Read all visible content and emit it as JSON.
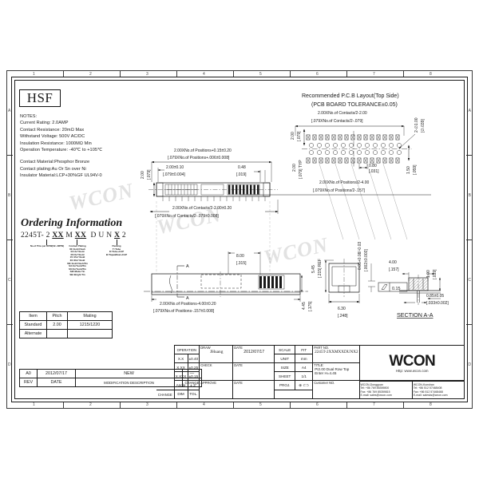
{
  "drawing": {
    "logo_box": "HSF",
    "watermarks": [
      "WCON",
      "WCON",
      "WCON"
    ]
  },
  "notes": {
    "heading": "NOTES:",
    "lines": [
      "Current Rating: 2.0AMP",
      "Contact Resistance: 20mΩ Max",
      "Withstand Voltage: 500V AC/DC",
      "Insulation Resistance: 1000MΩ Min",
      "Operation Temperature: -40℃ to +105℃"
    ],
    "materials": [
      "Contact Material:Phosphor Bronze",
      "Contact plating:Au Or Sn over Ni",
      "Insulator Material:LCP+30%GF UL94V-0"
    ]
  },
  "ordering": {
    "title": "Ordering Information",
    "code_parts": [
      "2245T",
      "-",
      "2",
      "XX",
      "M",
      "XX",
      "D",
      "U",
      "N",
      "X",
      "2"
    ],
    "code_text": "2245T - 2 XX M XX  D U N X 2",
    "legends": [
      {
        "header": "No.of Pins per ROW(02~40PIN)",
        "items": []
      },
      {
        "header": "Contact Plating",
        "items": [
          "00=Gold Flash",
          "03=3u\"/Gold",
          "06=6u\"/Gold",
          "15=15u\"/Gold",
          "30=30u\"/Gold",
          "SN=Gold Flash/Tin",
          "S3=3u\"Gold/Tin",
          "S6=6u\"Gold/Tin",
          "SM=Matte Tin",
          "SB=Bright Tin"
        ]
      },
      {
        "header": "Packing",
        "items": [
          "T=Tube",
          "D=Tube+CAP",
          "B=Tape&Reel+CAP"
        ]
      }
    ]
  },
  "item_table": {
    "headers": [
      "Item",
      "Pitch",
      "Mating"
    ],
    "rows": [
      [
        "Standard",
        "2.00",
        "1215/1220"
      ],
      [
        "Alternate",
        "",
        ""
      ]
    ]
  },
  "rev_table": {
    "headers": [
      "REV",
      "DATE",
      "MODIFICATION DESCRIPTION",
      "CHANGE"
    ],
    "rows": [
      [
        "A0",
        "2012/07/17",
        "NEW",
        "—"
      ]
    ]
  },
  "title_block": {
    "operation_label": "OPERATION",
    "tolerance_rows": [
      [
        "X.X",
        "±0.40"
      ],
      [
        "X.XX",
        "±0.25"
      ],
      [
        "X.XXX",
        "±0.15"
      ],
      [
        "Angle",
        "± 3°"
      ],
      [
        "DIM",
        "TOL."
      ]
    ],
    "draw_label": "DRAW",
    "draw_value": "JHuang",
    "check_label": "CHECK",
    "check_value": "",
    "approve_label": "APPROVE",
    "approve_value": "",
    "date_label": "DATE",
    "date_value": "2012/07/17",
    "date_label2": "DATE",
    "date_label3": "DATE",
    "scale_label": "SCALE",
    "scale_value": "FIT",
    "unit_label": "UNIT",
    "unit_value": "mm",
    "size_label": "SIZE",
    "size_value": "A4",
    "sheet_label": "SHEET",
    "sheet_value": "1/1",
    "proj_label": "PROJ.",
    "proj_value": "⊕ ⊂⊃",
    "part_no_label": "PART NO.",
    "part_no_value": "2245T-2XXMXXDUNX2",
    "title_label": "TITLE:",
    "title_value": "PI2.00 Dual Row Top Enter H=4.45",
    "customer_label": "Customer NO.",
    "customer_value": ""
  },
  "company": {
    "logo": "WCON",
    "url": "Http: www.wcon.com",
    "offices": [
      {
        "name": "WCON-Dongguan",
        "tel": "Tel: +86 769 85359800",
        "fax": "Fax: +86 769 85359815",
        "email": "E-mail: sales@wcon.com"
      },
      {
        "name": "WCON-Kunshan",
        "tel": "Tel: +86 512 57468408",
        "fax": "Fax: +86 512 57468468",
        "email": "E-mail: salesks@wcon.com"
      }
    ]
  },
  "pcb_layout": {
    "heading1": "Recommended P.C.B Layout(Top Side)",
    "heading2": "(PCB BOARD TOLERANCE±0.05)",
    "dim_top_mm": "2.00XNo.of Contacts/2-2.00",
    "dim_top_in": "[.079XNo.of Contacts/2-.079]",
    "dim_left_mm": "2.00",
    "dim_left_in": "[.079]",
    "dim_hole": "2-∅1.00",
    "dim_hole_in": "[∅.039]",
    "dim_pitch_mm": "0.80",
    "dim_pitch_in": "[.031]",
    "dim_right_mm": "1.50",
    "dim_right_in": "[.059]",
    "dim_bot_mm": "2.00XNo.of Positions/2-4.00",
    "dim_bot_in": "[.079XNo.of Positions/2-.157]",
    "typ_mm": "2.00",
    "typ_in": "[.079]  TYP"
  },
  "top_view": {
    "dim_overall_mm": "2.00XNo.of Positions+0.15±0.20",
    "dim_overall_in": "[.079XNo.of Positions+.006±0.008]",
    "dim_pitch_mm": "2.00±0.10",
    "dim_pitch_in": "[.079±0.004]",
    "dim_small_mm": "0.48",
    "dim_small_in": "[.019]",
    "dim_height_mm": "2.00",
    "dim_height_in": "[.079]",
    "dim_contacts_mm": "2.00XNo.of Contacts/2-2.00±0.20",
    "dim_contacts_in": "[.079XNo.of Contacts/2-.079±0.008]"
  },
  "side_view": {
    "dim_top_mm": "8.00",
    "dim_top_in": "[.315]",
    "dim_bot_mm": "2.00XNo.of Positions-4.00±0.20",
    "dim_bot_in": "[.079XNo.of Positions-.157±0.008]",
    "dim_right": "4.45",
    "dim_right_in": "[.175]",
    "section_mark_a": "A",
    "section_mark_b": "A"
  },
  "end_view": {
    "dim_h_mm": "5.45",
    "dim_h_in": "[.215] REF",
    "dim_thk_mm": "0.05+0.08/-0.03",
    "dim_thk_in": "[.002±0.003]",
    "dim_w_mm": "6.30",
    "dim_w_in": "[.248]",
    "flatness": "0.15"
  },
  "section_view": {
    "title": "SECTION  A-A",
    "dim_w_mm": "4.00",
    "dim_w_in": "[.157]",
    "dim_h_mm": "1.00",
    "dim_h_in": "[.039]",
    "dim_tail_mm": "0.85±0.05",
    "dim_tail_in": "[.033±0.002]"
  },
  "frame": {
    "col_labels": [
      "1",
      "2",
      "3",
      "4",
      "5",
      "6",
      "7",
      "8"
    ],
    "row_labels": [
      "A",
      "B",
      "C",
      "D"
    ]
  },
  "colors": {
    "ink": "#1a1a1a",
    "watermark": "#e2e2e2"
  }
}
